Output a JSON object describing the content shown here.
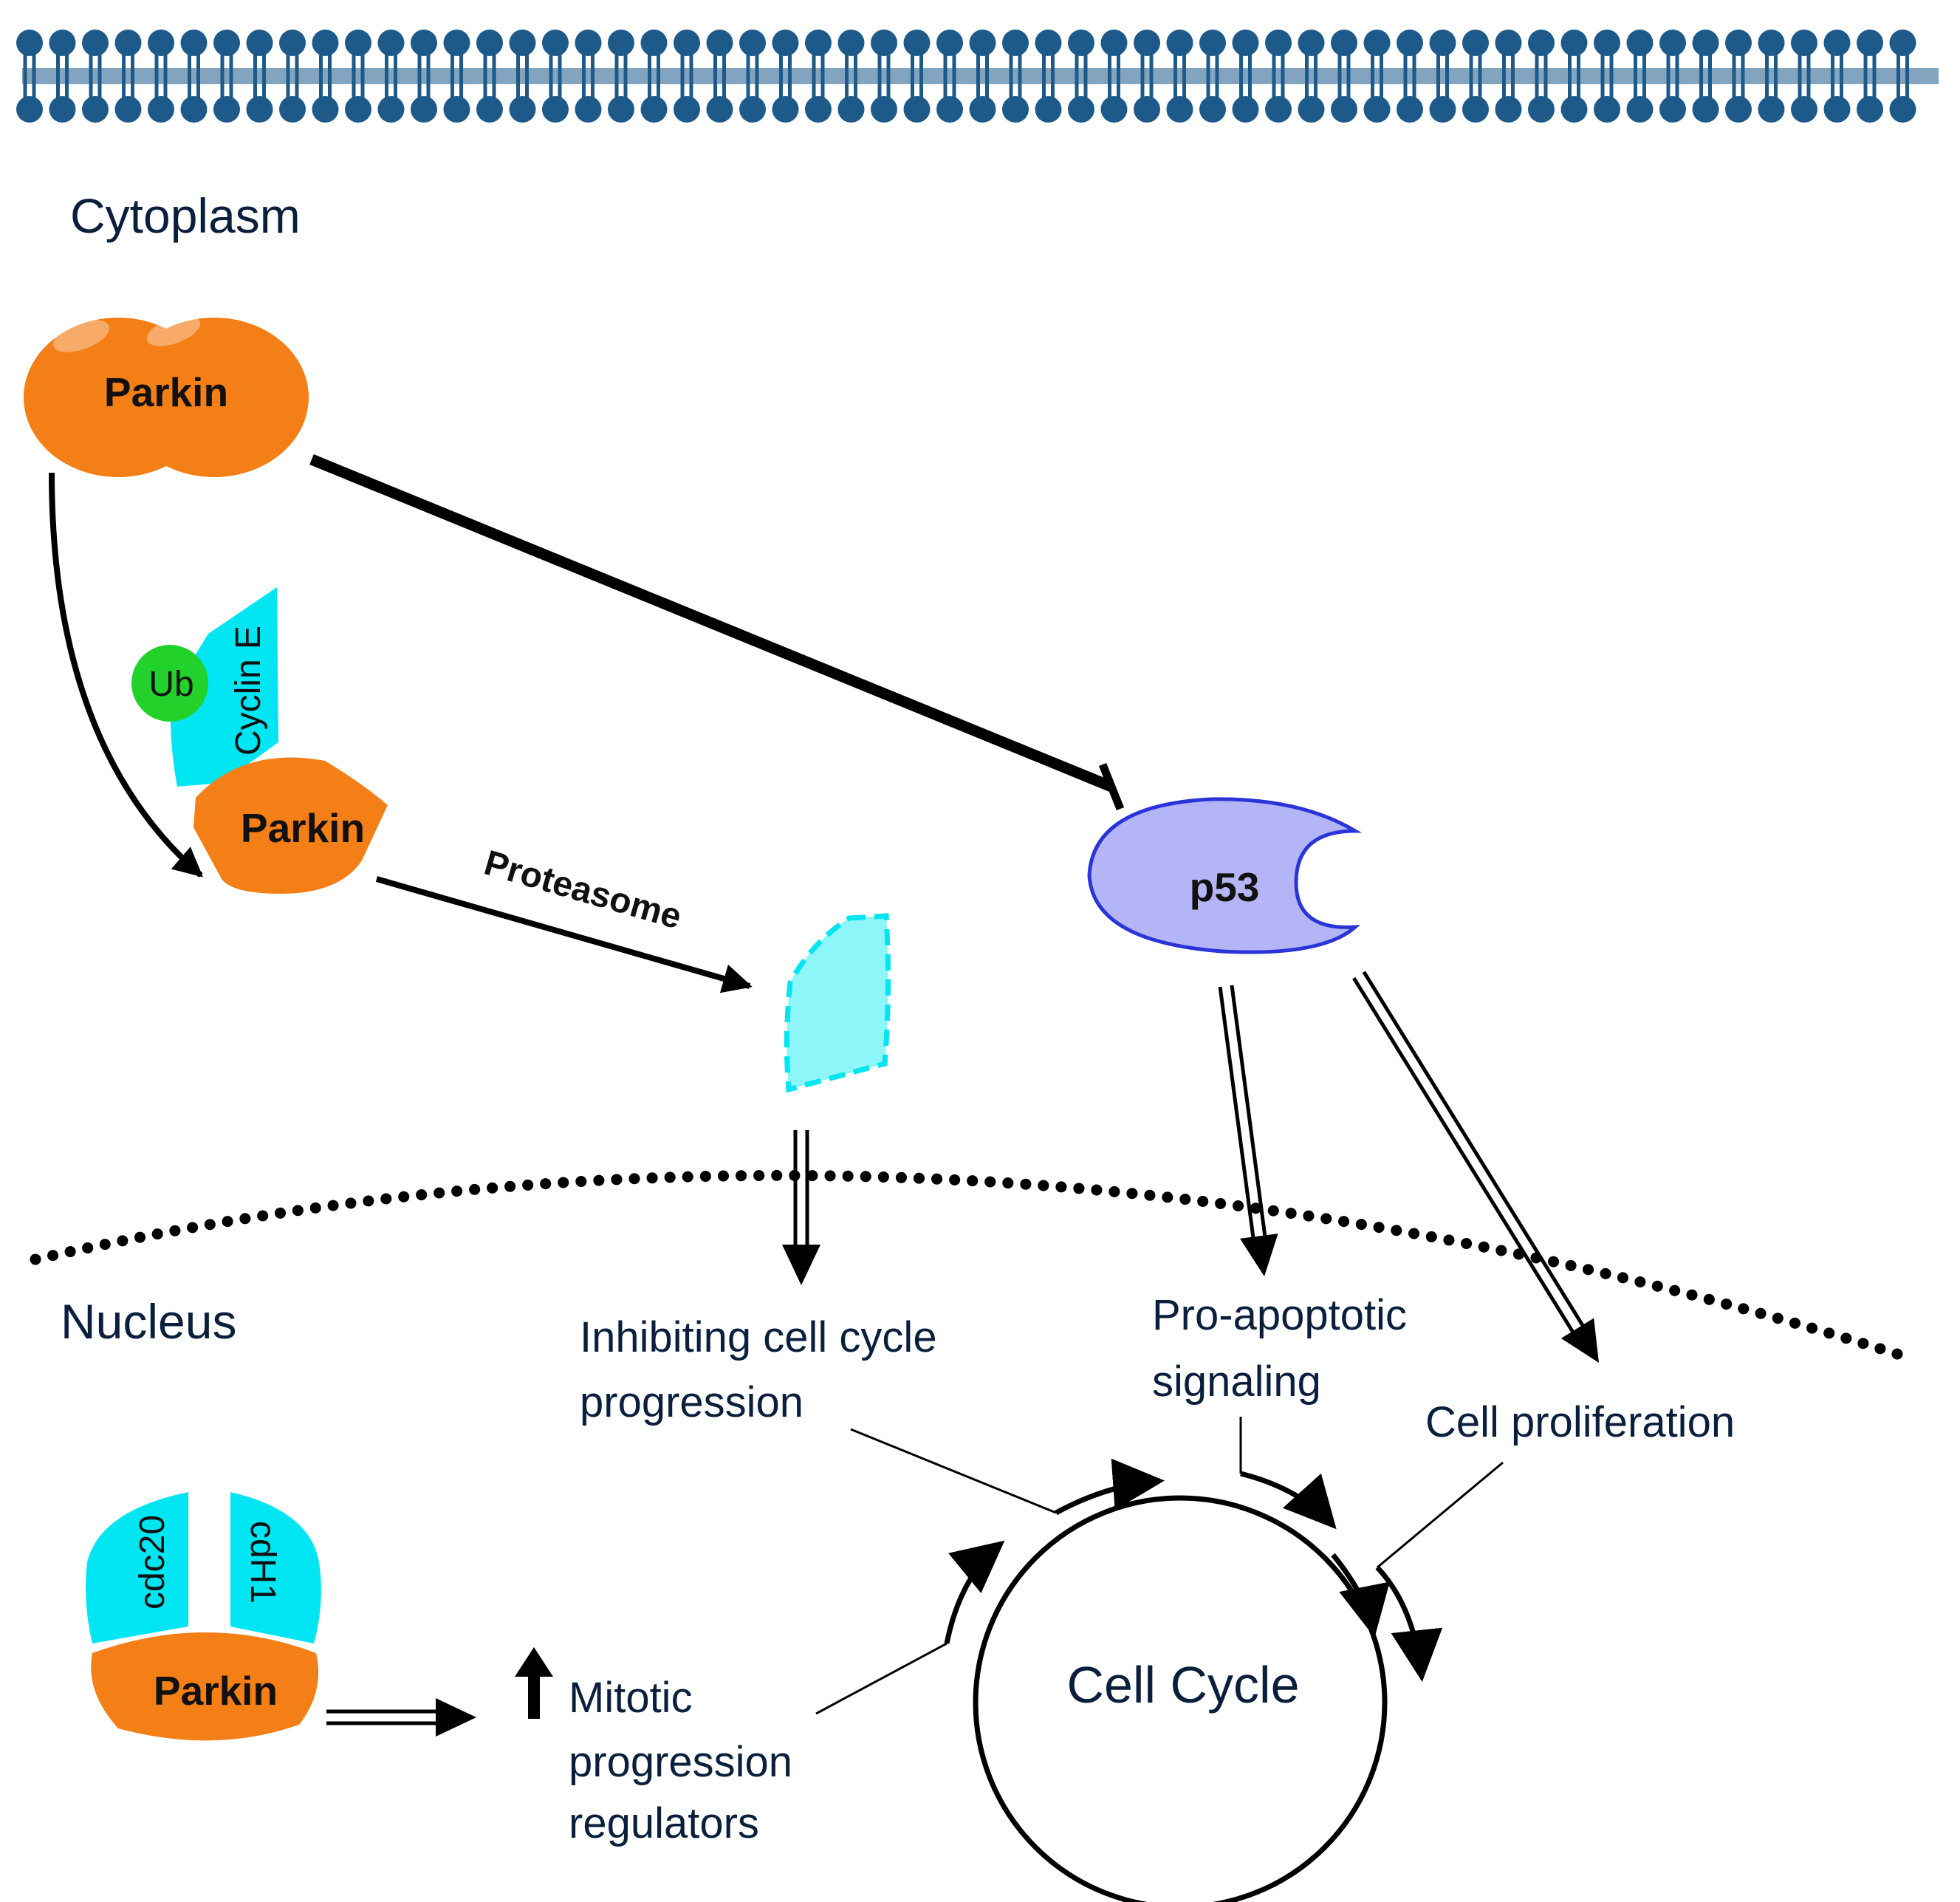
{
  "colors": {
    "membrane": "#1d5a8a",
    "parkin": "#f47f17",
    "cyclin": "#00e5f2",
    "ubiquitin": "#22d22a",
    "p53_fill": "#b3b5f6",
    "p53_stroke": "#2a34d8",
    "degraded": "#8cf6f9",
    "text": "#0a1f3c"
  },
  "regions": {
    "cytoplasm": "Cytoplasm",
    "nucleus": "Nucleus"
  },
  "proteins": {
    "parkin_top": "Parkin",
    "parkin_mid": "Parkin",
    "parkin_bottom": "Parkin",
    "ub": "Ub",
    "cyclin_e": "Cyclin E",
    "p53": "p53",
    "cdc20": "cdc20",
    "cdh1": "cdH1"
  },
  "edges": {
    "proteasome": "Proteasome"
  },
  "processes": {
    "inhibiting_line1": "Inhibiting cell cycle",
    "inhibiting_line2": "progression",
    "apoptotic_line1": "Pro-apoptotic",
    "apoptotic_line2": "signaling",
    "proliferation": "Cell proliferation",
    "mitotic_line1": "Mitotic",
    "mitotic_line2": "progression",
    "mitotic_line3": "regulators",
    "cell_cycle": "Cell Cycle"
  },
  "icons": {
    "up_arrow": "up-arrow-icon"
  }
}
